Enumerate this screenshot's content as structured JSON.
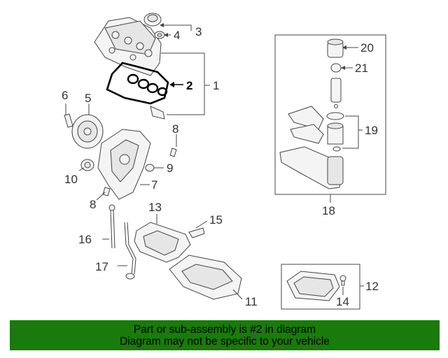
{
  "callouts": {
    "c1": "1",
    "c2": "2",
    "c3": "3",
    "c4": "4",
    "c5": "5",
    "c6": "6",
    "c7": "7",
    "c8a": "8",
    "c8b": "8",
    "c9": "9",
    "c10": "10",
    "c11": "11",
    "c12": "12",
    "c13": "13",
    "c14": "14",
    "c15": "15",
    "c16": "16",
    "c17": "17",
    "c18": "18",
    "c19": "19",
    "c20": "20",
    "c21": "21"
  },
  "highlighted_part": "2",
  "banner": {
    "line1": "Part or sub-assembly is #2 in diagram",
    "line2": "Diagram may not be specific to your vehicle"
  },
  "colors": {
    "banner_bg": "#1a7a0c",
    "highlight": "#000000"
  }
}
